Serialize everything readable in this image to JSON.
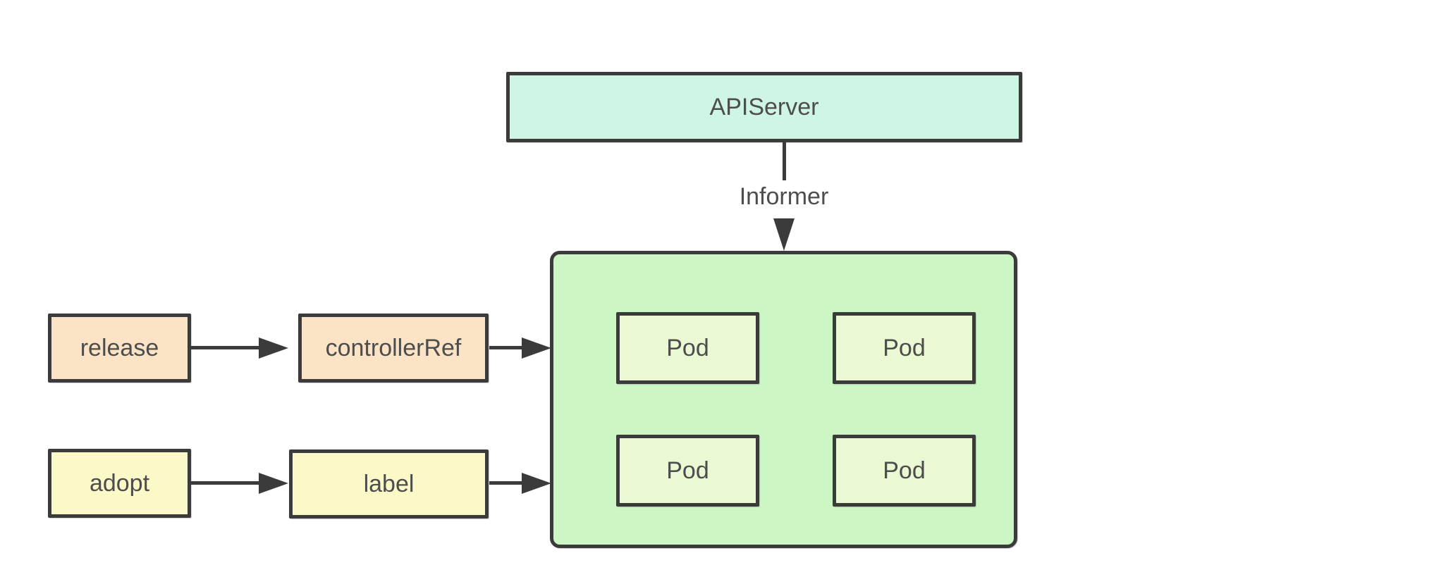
{
  "diagram": {
    "nodes": {
      "api_server": "APIServer",
      "release": "release",
      "controller_ref": "controllerRef",
      "adopt": "adopt",
      "label": "label",
      "pods": [
        "Pod",
        "Pod",
        "Pod",
        "Pod"
      ]
    },
    "edges": {
      "informer_label": "Informer"
    }
  },
  "colors": {
    "mint": "#cff6e4",
    "green": "#cdf6c5",
    "podfill": "#eaf8d3",
    "peach": "#fbe3c5",
    "yellow": "#fcf9c9",
    "stroke": "#3b3b3b",
    "text": "#4d4d4d"
  }
}
